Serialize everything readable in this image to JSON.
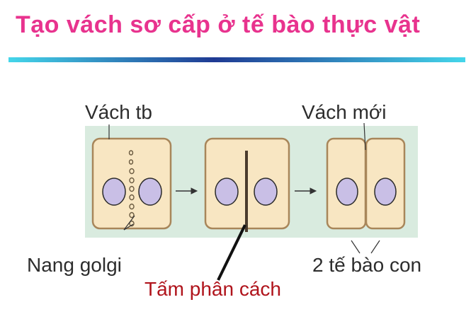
{
  "title": "Tạo vách sơ cấp ở tế bào thực vật",
  "colors": {
    "title": "#e8338e",
    "divider_from": "#1f3a93",
    "divider_mid": "#2b5fc0",
    "divider_to": "#44d6ea",
    "panel": "#d9ebdf",
    "cell_fill": "#f8e6c2",
    "cell_stroke": "#a8865a",
    "nucleus_fill": "#c9bfe6",
    "nucleus_stroke": "#2a2a2a",
    "plate": "#4a3b2c",
    "label_text": "#2d2d2d",
    "label_red": "#b0141c"
  },
  "labels": {
    "cell_wall": "Vách tb",
    "new_wall": "Vách mới",
    "golgi": "Nang golgi",
    "daughter_cells": "2 tế bào con",
    "cell_plate": "Tấm phân cách"
  },
  "arrows": [
    "→",
    "→"
  ]
}
